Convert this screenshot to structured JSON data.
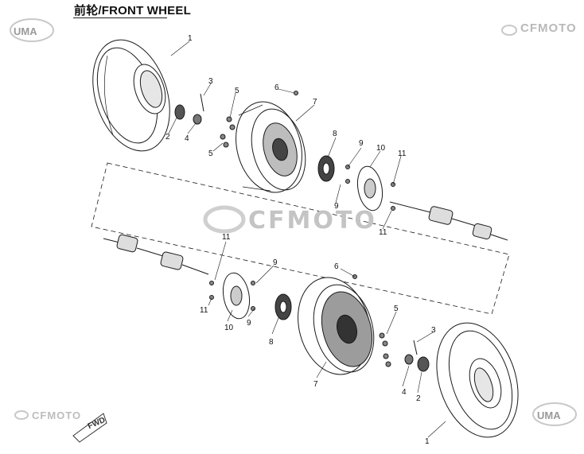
{
  "title": "前轮/FRONT WHEEL",
  "brand": {
    "cfmoto_top": "CFMOTO",
    "cfmoto_center": "CFMOTO",
    "cfmoto_bottom": "CFMOTO",
    "uma_top_left": "UMA",
    "uma_bottom_right": "UMA"
  },
  "fwd_label": "FWD",
  "callouts": {
    "top": {
      "n1": "1",
      "n2": "2",
      "n3": "3",
      "n4": "4",
      "n5a": "5",
      "n5b": "5",
      "n6": "6",
      "n7": "7",
      "n8": "8",
      "n9a": "9",
      "n9b": "9",
      "n10": "10",
      "n11a": "11",
      "n11b": "11"
    },
    "bottom": {
      "n1": "1",
      "n2": "2",
      "n3": "3",
      "n4": "4",
      "n5": "5",
      "n6": "6",
      "n7": "7",
      "n8": "8",
      "n9a": "9",
      "n9b": "9",
      "n10": "10",
      "n11a": "11",
      "n11b": "11"
    }
  },
  "colors": {
    "line": "#1a1a1a",
    "watermark": "#c4c4c4"
  }
}
